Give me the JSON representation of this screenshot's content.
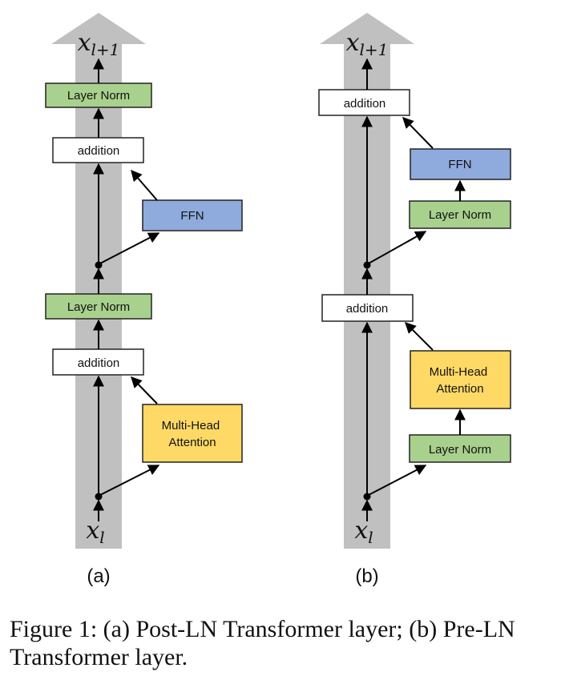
{
  "panel_a": {
    "label": "(a)",
    "output": {
      "base": "x",
      "sub": "l+1"
    },
    "input": {
      "base": "x",
      "sub": "l"
    },
    "layer_norm_top": "Layer Norm",
    "addition_top": "addition",
    "ffn": "FFN",
    "layer_norm_mid": "Layer Norm",
    "addition_bottom": "addition",
    "attention": [
      "Multi-Head",
      "Attention"
    ]
  },
  "panel_b": {
    "label": "(b)",
    "output": {
      "base": "x",
      "sub": "l+1"
    },
    "input": {
      "base": "x",
      "sub": "l"
    },
    "addition_top": "addition",
    "ffn": "FFN",
    "layer_norm_ffn": "Layer Norm",
    "addition_bottom": "addition",
    "attention": [
      "Multi-Head",
      "Attention"
    ],
    "layer_norm_attn": "Layer Norm"
  },
  "caption": "Figure 1: (a) Post-LN Transformer layer; (b) Pre-LN Transformer layer.",
  "colors": {
    "spine": "#c0c0c0",
    "layer_norm": "#a9d18e",
    "ffn": "#8faadc",
    "attention": "#ffd966",
    "addition": "#ffffff",
    "stroke": "#000000"
  }
}
